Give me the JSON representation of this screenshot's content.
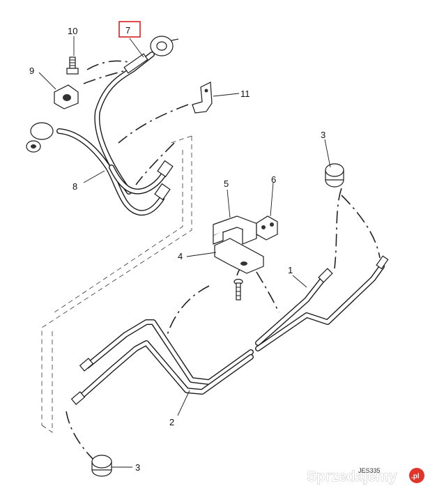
{
  "callouts": [
    {
      "id": "c10",
      "text": "10"
    },
    {
      "id": "c7",
      "text": "7",
      "highlight_color": "#d62020"
    },
    {
      "id": "c9",
      "text": "9"
    },
    {
      "id": "c11",
      "text": "11"
    },
    {
      "id": "c8",
      "text": "8"
    },
    {
      "id": "c3a",
      "text": "3"
    },
    {
      "id": "c5",
      "text": "5"
    },
    {
      "id": "c6",
      "text": "6"
    },
    {
      "id": "c4",
      "text": "4"
    },
    {
      "id": "c1",
      "text": "1"
    },
    {
      "id": "c2",
      "text": "2"
    },
    {
      "id": "c3b",
      "text": "3"
    }
  ],
  "drawing_code": "JES335",
  "watermark": {
    "text": "Sprzedajemy",
    "suffix": ".pl",
    "suffix_color": "#e0352b"
  }
}
